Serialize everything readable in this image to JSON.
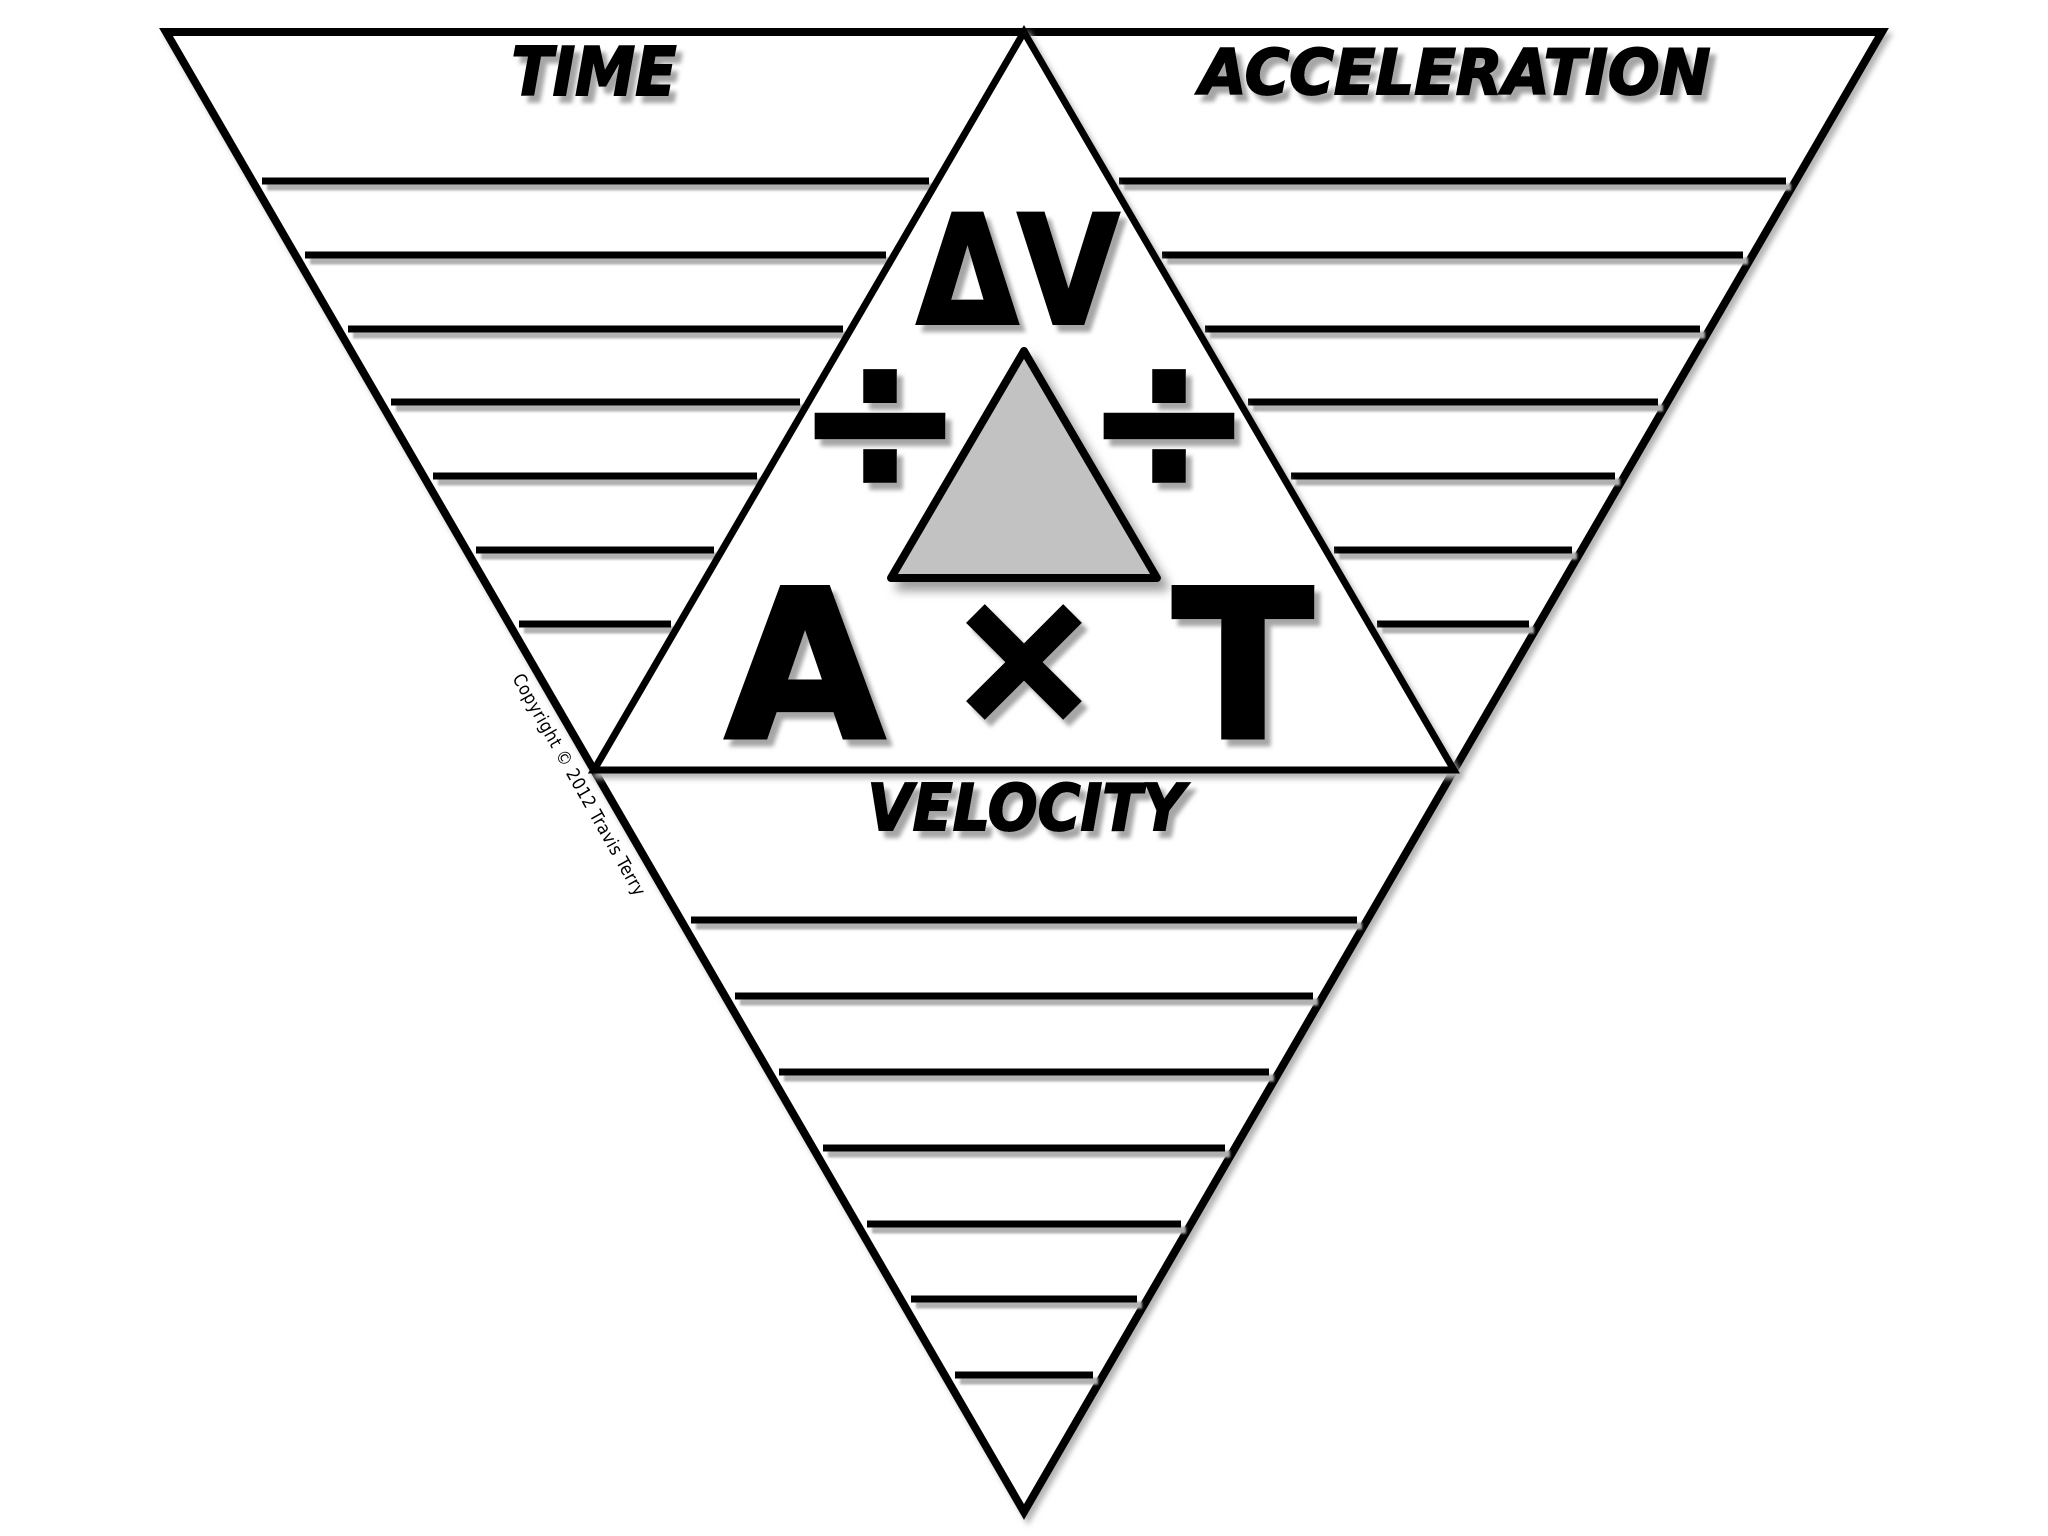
{
  "worksheet": {
    "title_semantic": "velocity-acceleration-time formula triangle worksheet",
    "labels": {
      "time": "TIME",
      "acceleration": "ACCELERATION",
      "velocity": "VELOCITY"
    },
    "formula": {
      "numerator": "ΔV",
      "divide_left": "÷",
      "divide_right": "÷",
      "term_left": "A",
      "multiply": "×",
      "term_right": "T"
    },
    "sections": {
      "time_ruled_lines": 7,
      "acceleration_ruled_lines": 7,
      "velocity_ruled_lines": 7
    },
    "copyright": "Copyright © 2012 Travis Terry"
  },
  "colors": {
    "ink": "#000000",
    "paper": "#ffffff",
    "triangle_fill": "#c2c2c2",
    "line_shadow": "#b0b0b0",
    "text_shadow": "#a6a6a6"
  }
}
